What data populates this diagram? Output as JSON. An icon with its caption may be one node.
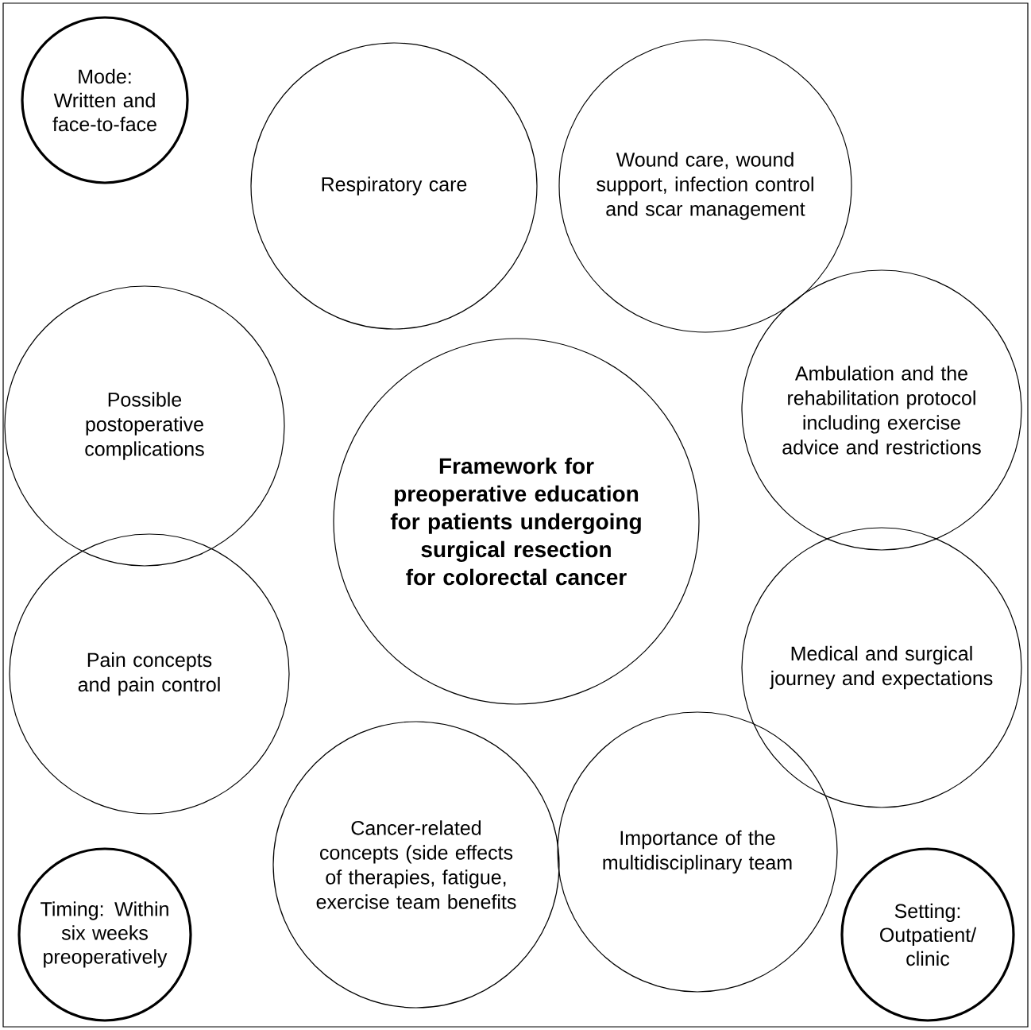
{
  "diagram": {
    "nodes": [
      {
        "text": [
          "Mode: Written and face-to-face"
        ]
      },
      {
        "text": [
          "Respiratory care"
        ]
      },
      {
        "text": [
          "Wound care, wound support, infection control and scar management"
        ]
      },
      {
        "text": [
          "Possible postoperative complications"
        ]
      },
      {
        "text": [
          "Ambulation and the rehabilitation protocol including exercise advice and restrictions"
        ]
      },
      {
        "text": [
          "Framework for preoperative education for patients undergoing surgical resection for colorectal cancer"
        ]
      },
      {
        "text": [
          "Pain concepts and pain control"
        ]
      },
      {
        "text": [
          "Medical and surgical journey and expectations"
        ]
      },
      {
        "text": [
          "Cancer-related concepts (side effects of therapies, fatigue, exercise team benefits"
        ]
      },
      {
        "text": [
          "Importance of the multidisciplinary team"
        ]
      },
      {
        "text": [
          "Timing: Within six weeks preoperatively"
        ]
      },
      {
        "text": [
          "Setting: Outpatient/ clinic"
        ]
      }
    ]
  }
}
